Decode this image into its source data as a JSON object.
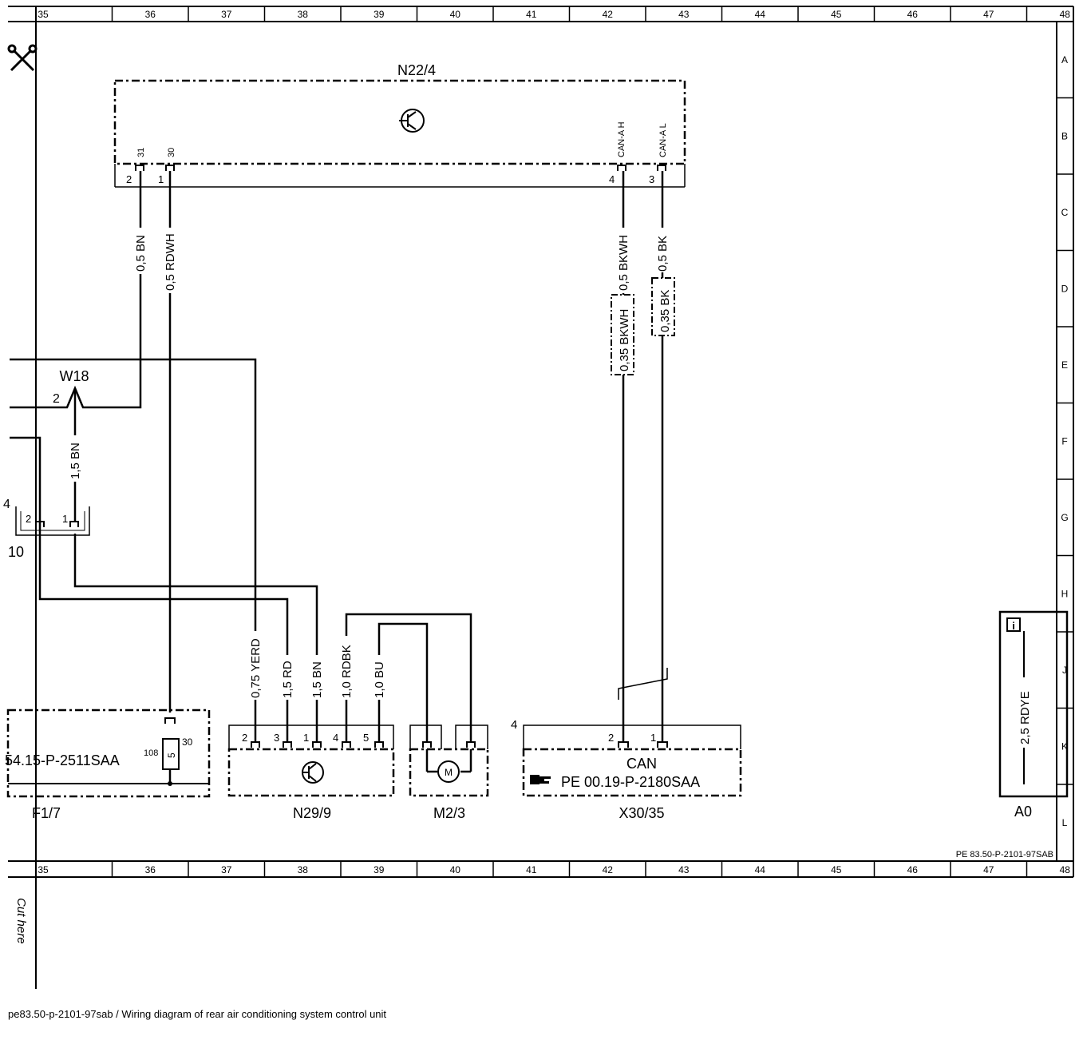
{
  "grid": {
    "columns": [
      "35",
      "36",
      "37",
      "38",
      "39",
      "40",
      "41",
      "42",
      "43",
      "44",
      "45",
      "46",
      "47",
      "48"
    ],
    "rows": [
      "A",
      "B",
      "C",
      "D",
      "E",
      "F",
      "G",
      "H",
      "J",
      "K",
      "L"
    ]
  },
  "components": {
    "n22_4": {
      "id": "N22/4",
      "pin31": "31",
      "pin30": "30",
      "pin_can_h": "CAN-A H",
      "pin_can_l": "CAN-A L",
      "pin_num_2": "2",
      "pin_num_1": "1",
      "pin_num_4": "4",
      "pin_num_3": "3"
    },
    "w18": {
      "id": "W18",
      "pin": "2"
    },
    "connector_left": {
      "pin2": "2",
      "pin1": "1",
      "label10": "10",
      "label_cut": "4"
    },
    "f1_7": {
      "id": "F1/7",
      "ref": "54.15-P-2511SAA",
      "superscript": "108",
      "fuse": "5",
      "pin": "30"
    },
    "n29_9": {
      "id": "N29/9",
      "pins": [
        "2",
        "3",
        "1",
        "4",
        "5"
      ]
    },
    "m2_3": {
      "id": "M2/3",
      "motor": "M"
    },
    "x30_35": {
      "id": "X30/35",
      "title": "CAN",
      "ref": "PE 00.19-P-2180SAA",
      "pin_left": "4",
      "pin2": "2",
      "pin1": "1"
    },
    "a0": {
      "id": "A0",
      "wire": "2,5 RDYE",
      "info_icon": "i"
    }
  },
  "wires": {
    "bn_05": "0,5 BN",
    "rdwh_05": "0,5 RDWH",
    "bkwh_05": "0,5 BKWH",
    "bk_05": "0,5 BK",
    "bkwh_035": "0,35 BKWH",
    "bk_035": "0,35 BK",
    "bn_15_w18": "1,5 BN",
    "yerd_075": "0,75 YERD",
    "rd_15": "1,5 RD",
    "bn_15": "1,5 BN",
    "rdbk_10": "1,0 RDBK",
    "bu_10": "1,0 BU"
  },
  "doc_ref": "PE 83.50-P-2101-97SAB",
  "cut_here": "Cut here",
  "scissors_icon": "scissors-icon",
  "caption": "pe83.50-p-2101-97sab / Wiring diagram of rear air conditioning system control unit"
}
